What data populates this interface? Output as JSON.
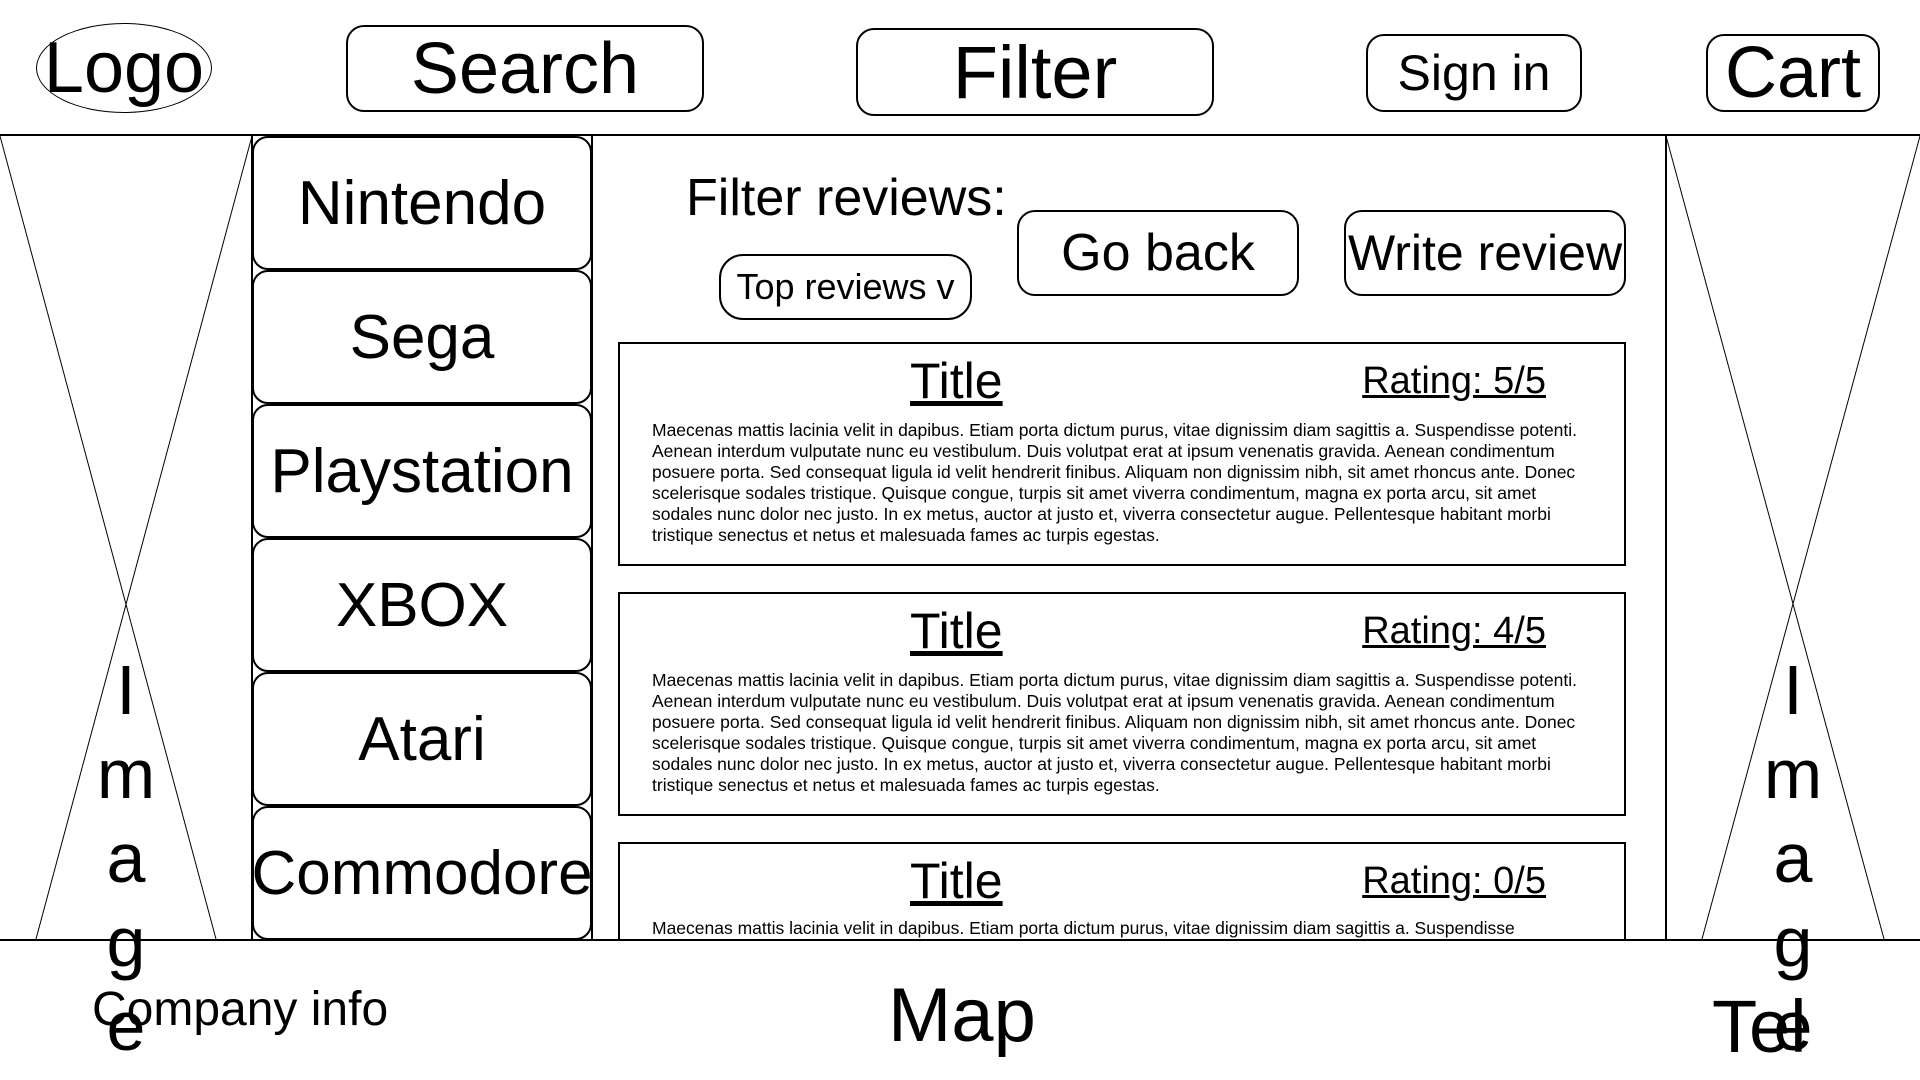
{
  "header": {
    "logo": "Logo",
    "search": "Search",
    "filter": "Filter",
    "sign_in": "Sign in",
    "cart": "Cart"
  },
  "side_image": {
    "letters": [
      "I",
      "m",
      "a",
      "g",
      "e"
    ]
  },
  "categories": [
    "Nintendo",
    "Sega",
    "Playstation",
    "XBOX",
    "Atari",
    "Commodore"
  ],
  "reviews_panel": {
    "filter_label": "Filter reviews:",
    "sort_select": "Top reviews v",
    "go_back": "Go back",
    "write_review": "Write review",
    "reviews": [
      {
        "title": "Title",
        "rating": "Rating: 5/5",
        "body": "Maecenas mattis lacinia velit in dapibus. Etiam porta dictum purus, vitae dignissim diam sagittis a. Suspendisse potenti. Aenean interdum vulputate nunc eu vestibulum. Duis volutpat erat at ipsum venenatis gravida. Aenean condimentum posuere porta. Sed consequat ligula id velit hendrerit finibus. Aliquam non dignissim nibh, sit amet rhoncus ante. Donec scelerisque sodales tristique. Quisque congue, turpis sit amet viverra condimentum, magna ex porta arcu, sit amet sodales nunc dolor nec justo. In ex metus, auctor at justo et, viverra consectetur augue. Pellentesque habitant morbi tristique senectus et netus et malesuada fames ac turpis egestas."
      },
      {
        "title": "Title",
        "rating": "Rating: 4/5",
        "body": "Maecenas mattis lacinia velit in dapibus. Etiam porta dictum purus, vitae dignissim diam sagittis a. Suspendisse potenti. Aenean interdum vulputate nunc eu vestibulum. Duis volutpat erat at ipsum venenatis gravida. Aenean condimentum posuere porta. Sed consequat ligula id velit hendrerit finibus. Aliquam non dignissim nibh, sit amet rhoncus ante. Donec scelerisque sodales tristique. Quisque congue, turpis sit amet viverra condimentum, magna ex porta arcu, sit amet sodales nunc dolor nec justo. In ex metus, auctor at justo et, viverra consectetur augue. Pellentesque habitant morbi tristique senectus et netus et malesuada fames ac turpis egestas."
      },
      {
        "title": "Title",
        "rating": "Rating: 0/5",
        "body": "Maecenas mattis lacinia velit in dapibus. Etiam porta dictum purus, vitae dignissim diam sagittis a. Suspendisse"
      }
    ]
  },
  "footer": {
    "company_info": "Company info",
    "map": "Map",
    "tel": "Tel"
  }
}
